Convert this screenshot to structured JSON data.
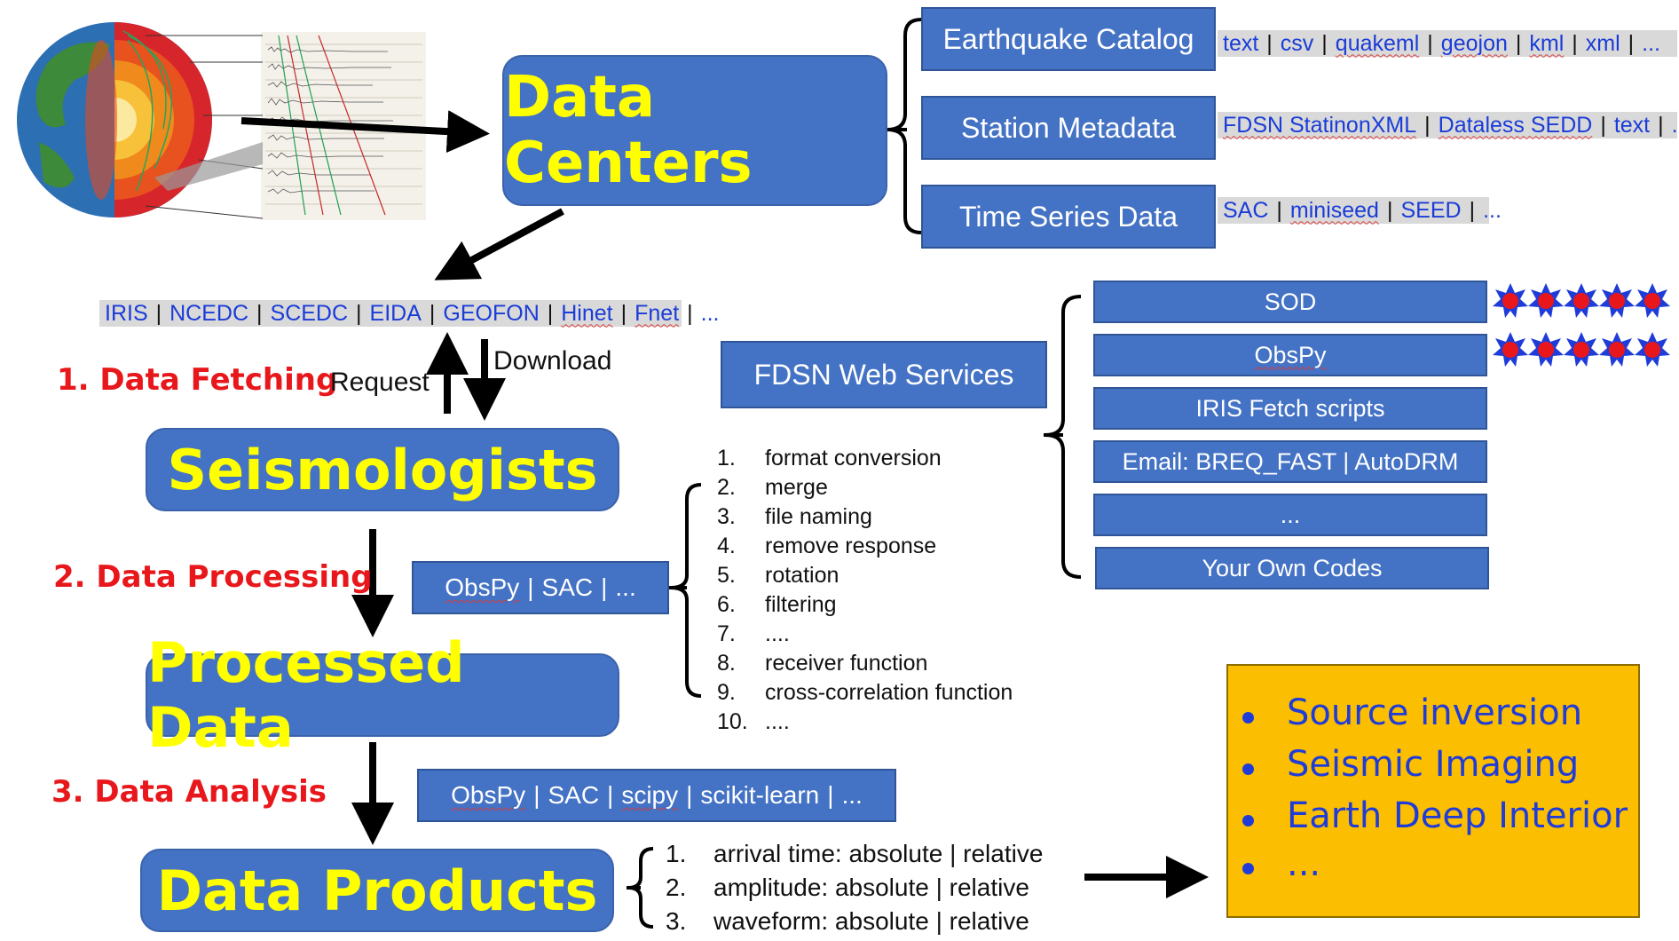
{
  "data_centers": "Data Centers",
  "seismologists": "Seismologists",
  "processed_data": "Processed Data",
  "data_products": "Data Products",
  "formats": [
    {
      "label": "Earthquake Catalog",
      "items": [
        "text",
        "csv",
        "quakeml",
        "geojon",
        "kml",
        "xml",
        "..."
      ]
    },
    {
      "label": "Station Metadata",
      "items": [
        "FDSN StatinonXML",
        "Dataless SEDD",
        "text",
        "..."
      ]
    },
    {
      "label": "Time Series Data",
      "items": [
        "SAC",
        "miniseed",
        "SEED",
        "..."
      ]
    }
  ],
  "centers_strip": [
    "IRIS",
    "NCEDC",
    "SCEDC",
    "EIDA",
    "GEOFON",
    "Hinet",
    "Fnet",
    "..."
  ],
  "steps": {
    "fetching": "1. Data Fetching",
    "processing": "2. Data Processing",
    "analysis": "3. Data Analysis"
  },
  "request": "Request",
  "download": "Download",
  "fdsn": "FDSN Web Services",
  "tools": [
    "SOD",
    "ObsPy",
    "IRIS Fetch scripts",
    "Email: BREQ_FAST | AutoDRM",
    "...",
    "Your Own Codes"
  ],
  "processing_tools": [
    "ObsPy",
    "SAC",
    "..."
  ],
  "analysis_tools": [
    "ObsPy",
    "SAC",
    "scipy",
    "scikit-learn",
    "..."
  ],
  "processing_steps": [
    {
      "n": "1.",
      "t": "format conversion"
    },
    {
      "n": "2.",
      "t": "merge"
    },
    {
      "n": "3.",
      "t": "file naming"
    },
    {
      "n": "4.",
      "t": "remove response"
    },
    {
      "n": "5.",
      "t": "rotation"
    },
    {
      "n": "6.",
      "t": "filtering"
    },
    {
      "n": "7.",
      "t": "...."
    },
    {
      "n": "8.",
      "t": "receiver function"
    },
    {
      "n": "9.",
      "t": "cross-correlation function"
    },
    {
      "n": "10.",
      "t": "...."
    }
  ],
  "products": [
    {
      "n": "1.",
      "t": "arrival time: absolute | relative"
    },
    {
      "n": "2.",
      "t": "amplitude: absolute | relative"
    },
    {
      "n": "3.",
      "t": "waveform: absolute | relative"
    }
  ],
  "applications": [
    "Source inversion",
    "Seismic Imaging",
    "Earth Deep Interior",
    "..."
  ],
  "colors": {
    "box": "#4472c4",
    "highlight": "#ffff00",
    "step": "#e8171b",
    "link": "#1a3cd8",
    "yellow": "#fbbe00"
  }
}
